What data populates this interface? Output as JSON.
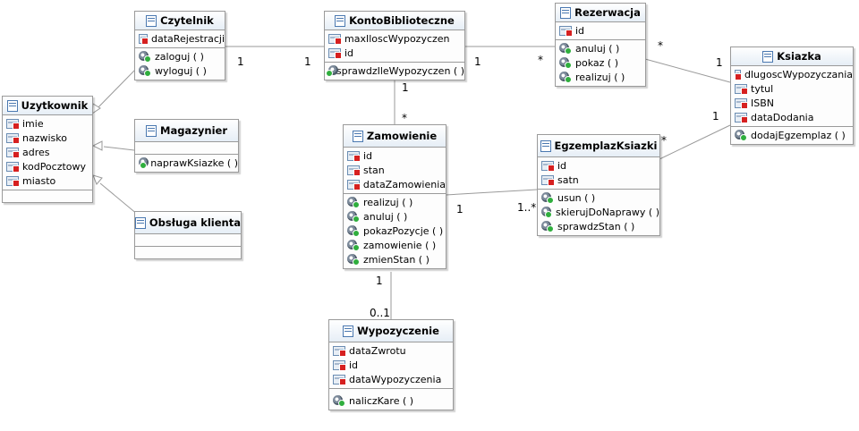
{
  "classes": {
    "czytelnik": {
      "name": "Czytelnik",
      "attributes": [
        "dataRejestracji"
      ],
      "operations": [
        "zaloguj ( )",
        "wyloguj ( )"
      ]
    },
    "konto": {
      "name": "KontoBiblioteczne",
      "attributes": [
        "maxIloscWypozyczen",
        "id"
      ],
      "operations": [
        "sprawdzIleWypozyczen ( )"
      ]
    },
    "rezerwacja": {
      "name": "Rezerwacja",
      "attributes": [
        "id"
      ],
      "operations": [
        "anuluj ( )",
        "pokaz ( )",
        "realizuj ( )"
      ]
    },
    "ksiazka": {
      "name": "Ksiazka",
      "attributes": [
        "dlugoscWypozyczania",
        "tytul",
        "ISBN",
        "dataDodania"
      ],
      "operations": [
        "dodajEgzemplaz ( )"
      ]
    },
    "uzytkownik": {
      "name": "Uzytkownik",
      "attributes": [
        "imie",
        "nazwisko",
        "adres",
        "kodPocztowy",
        "miasto"
      ],
      "operations": []
    },
    "magazynier": {
      "name": "Magazynier",
      "attributes": [],
      "operations": [
        "naprawKsiazke ( )"
      ]
    },
    "obsluga": {
      "name": "Obsługa klienta",
      "attributes": [],
      "operations": []
    },
    "zamowienie": {
      "name": "Zamowienie",
      "attributes": [
        "id",
        "stan",
        "dataZamowienia"
      ],
      "operations": [
        "realizuj ( )",
        "anuluj ( )",
        "pokazPozycje ( )",
        "zamowienie ( )",
        "zmienStan ( )"
      ]
    },
    "egzemplarz": {
      "name": "EgzemplazKsiazki",
      "attributes": [
        "id",
        "satn"
      ],
      "operations": [
        "usun ( )",
        "skierujDoNaprawy ( )",
        "sprawdzStan ( )"
      ]
    },
    "wypozyczenie": {
      "name": "Wypozyczenie",
      "attributes": [
        "dataZwrotu",
        "id",
        "dataWypozyczenia"
      ],
      "operations": [
        "naliczKare ( )"
      ]
    }
  },
  "multiplicities": {
    "czytelnik_konto_a": "1",
    "czytelnik_konto_b": "1",
    "konto_rezerwacja_a": "1",
    "konto_rezerwacja_b": "*",
    "rezerwacja_ksiazka_a": "*",
    "rezerwacja_ksiazka_b": "1",
    "konto_zamowienie_a": "1",
    "konto_zamowienie_b": "*",
    "ksiazka_egzemplarz_a": "1",
    "ksiazka_egzemplarz_b": "*",
    "zamowienie_egzemplarz_a": "1",
    "zamowienie_egzemplarz_b": "1..*",
    "zamowienie_wypozyczenie_a": "1",
    "zamowienie_wypozyczenie_b": "0..1"
  }
}
